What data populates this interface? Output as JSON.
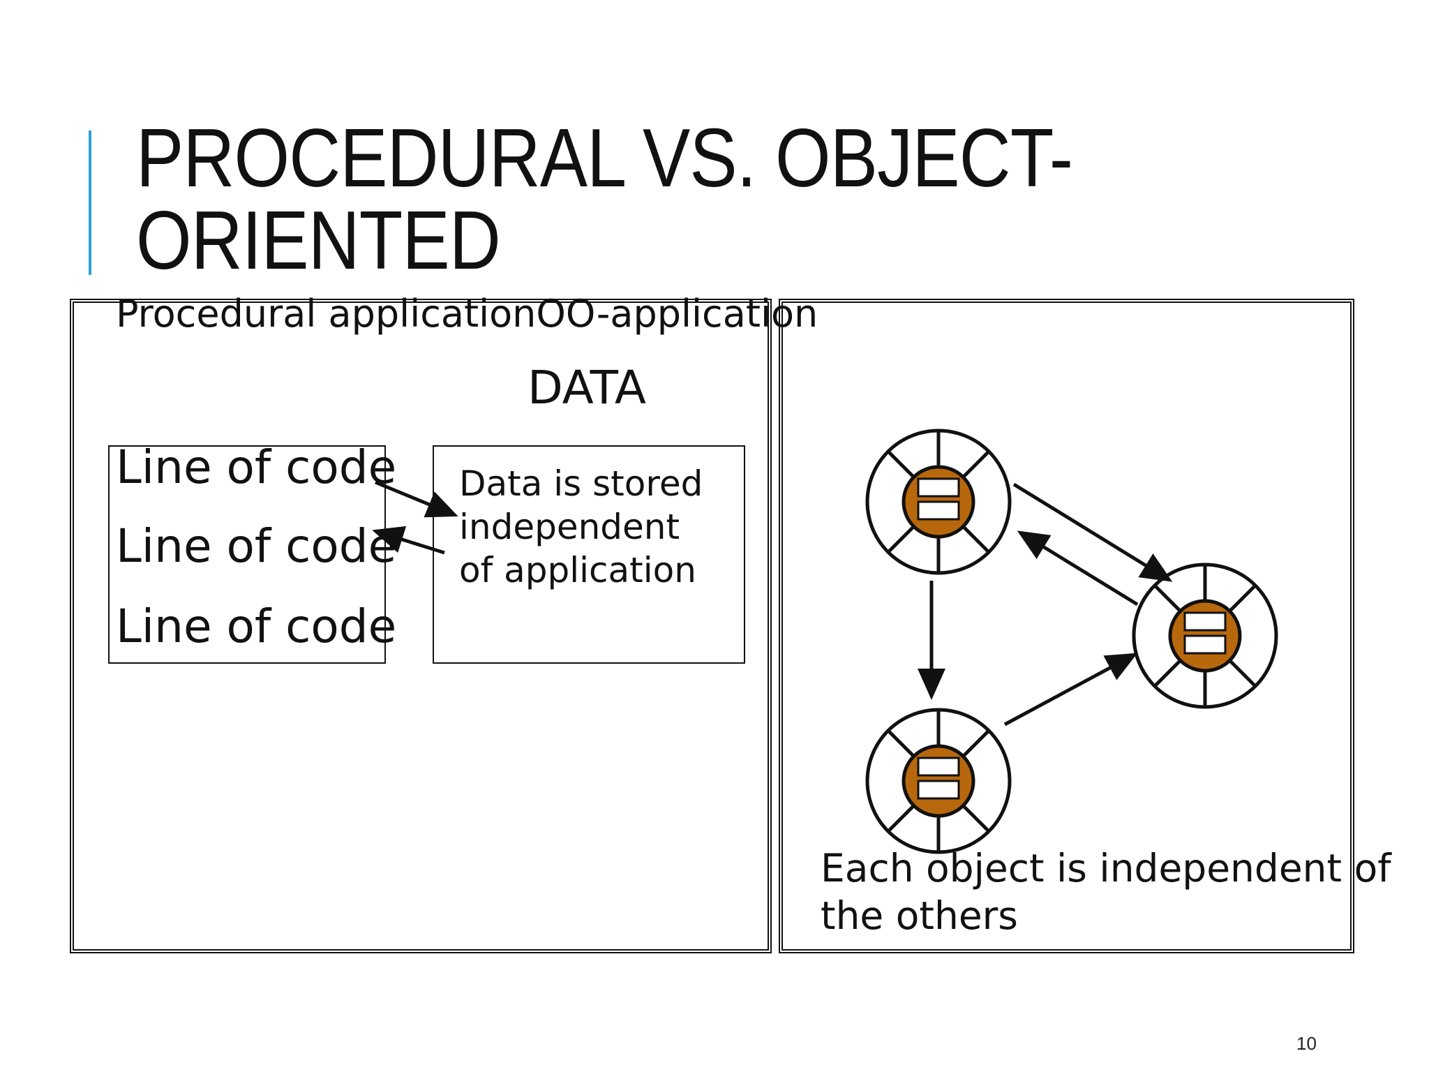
{
  "slide": {
    "title": "PROCEDURAL VS. OBJECT-\nORIENTED",
    "accent_color": "#29A3D9",
    "page_number": "10"
  },
  "procedural": {
    "header": "Procedural applicationOO-application",
    "data_label": "DATA",
    "code_lines": [
      "Line of code",
      "Line of code",
      "Line of code"
    ],
    "data_box_text": "Data is stored\nindependent\nof application"
  },
  "object_oriented": {
    "caption": "Each object is independent of\nthe others",
    "object_fill_color": "#B8680C",
    "objects": [
      "object-top",
      "object-right",
      "object-bottom"
    ],
    "messages": [
      {
        "from": "object-top",
        "to": "object-right"
      },
      {
        "from": "object-right",
        "to": "object-top"
      },
      {
        "from": "object-top",
        "to": "object-bottom"
      },
      {
        "from": "object-bottom",
        "to": "object-right"
      }
    ]
  }
}
